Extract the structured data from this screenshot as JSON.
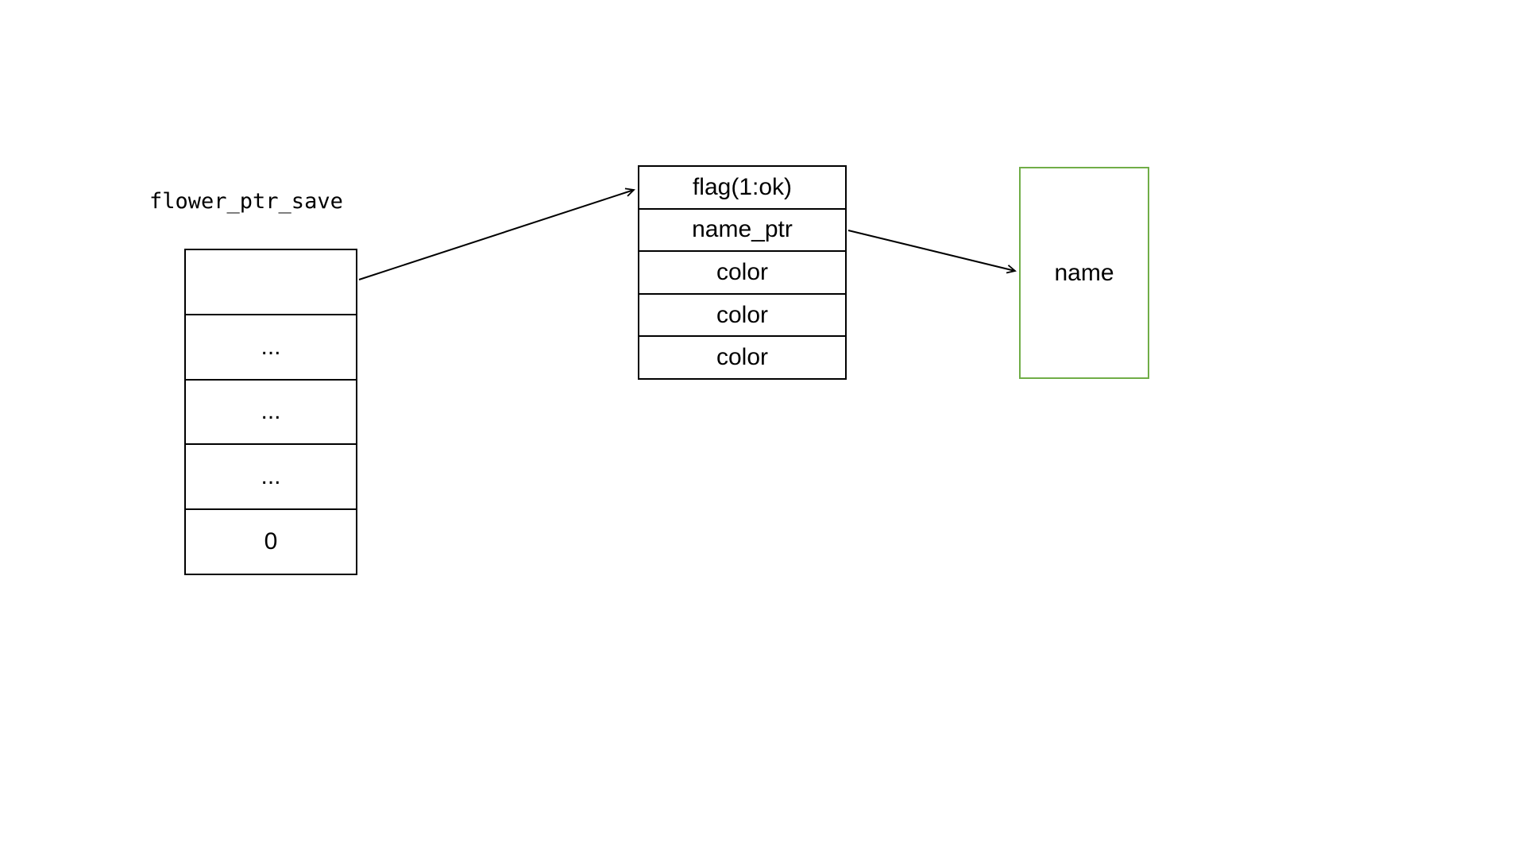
{
  "label": "flower_ptr_save",
  "pointer_table": {
    "rows": [
      "",
      "...",
      "...",
      "...",
      "0"
    ]
  },
  "flower_struct_table": {
    "rows": [
      "flag(1:ok)",
      "name_ptr",
      "color",
      "color",
      "color"
    ]
  },
  "name_box": {
    "label": "name"
  },
  "colors": {
    "background": "#FFFFFF",
    "line": "#000000",
    "text": "#000000",
    "name_box_border": "#70AD47"
  }
}
